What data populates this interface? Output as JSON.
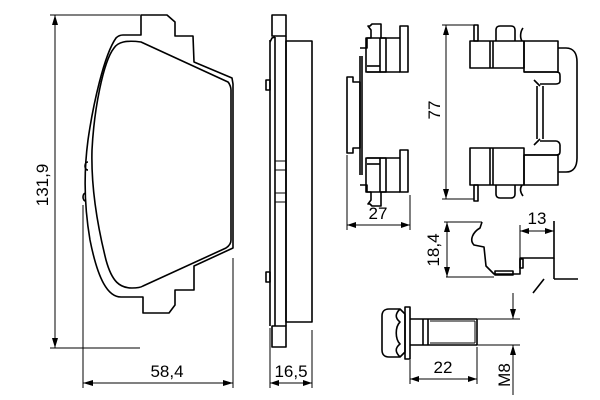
{
  "diagram": {
    "type": "technical-drawing",
    "subject": "brake-pad-set",
    "line_color": "#000000",
    "background": "#ffffff",
    "views": [
      {
        "name": "pad-front-view"
      },
      {
        "name": "pad-side-view"
      },
      {
        "name": "clip-side-view"
      },
      {
        "name": "clip-front-view"
      },
      {
        "name": "clip-profile-detail"
      },
      {
        "name": "bolt"
      }
    ]
  },
  "dimensions": {
    "pad_height": "131,9",
    "pad_width": "58,4",
    "pad_thickness": "16,5",
    "clip_depth": "27",
    "clip_height": "77",
    "clip_profile_height": "18,4",
    "clip_profile_width": "13",
    "bolt_length": "22",
    "bolt_thread": "M8"
  }
}
